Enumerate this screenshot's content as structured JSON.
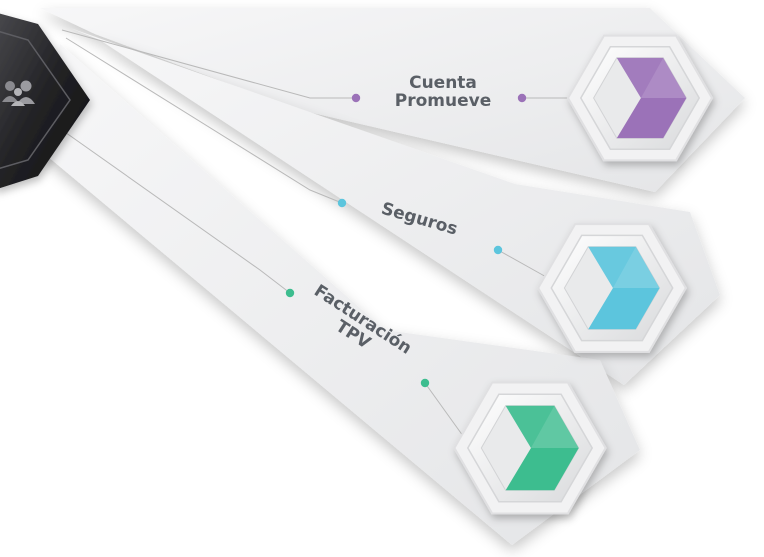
{
  "hub": {
    "icon": "people-group-icon"
  },
  "branches": [
    {
      "id": "cuenta",
      "label_lines": [
        "Cuenta",
        "Promueve"
      ],
      "color": "#9b72b8",
      "icon": "chevron-right-icon"
    },
    {
      "id": "seguros",
      "label_lines": [
        "Seguros"
      ],
      "color": "#5cc5dd",
      "icon": "chevron-right-icon"
    },
    {
      "id": "facturacion",
      "label_lines": [
        "Facturación",
        "TPV"
      ],
      "color": "#3dbd8f",
      "icon": "chevron-right-icon"
    }
  ],
  "colors": {
    "panel": "#eeeff0",
    "hub_dark": "#1f1f22",
    "connector_line": "#b9b9b9",
    "label_text": "#5a5f66"
  }
}
